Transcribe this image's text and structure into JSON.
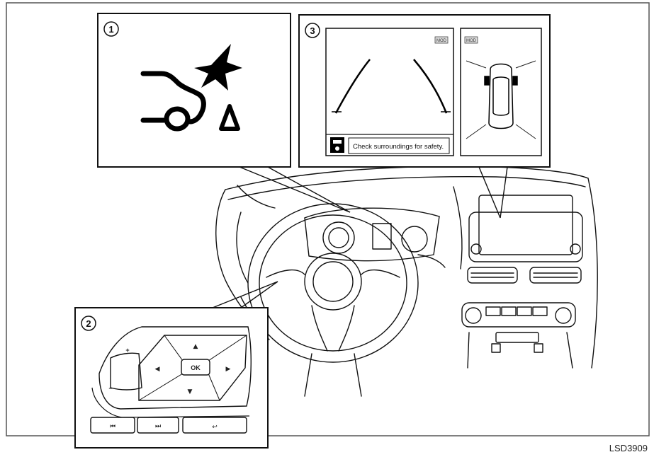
{
  "callouts": {
    "one": "1",
    "two": "2",
    "three": "3"
  },
  "display": {
    "badge_left": "MOD",
    "badge_right": "MOD",
    "message": "Check surroundings for safety."
  },
  "steering_switch": {
    "ok_label": "OK",
    "up": "▲",
    "down": "▼",
    "left": "◀",
    "right": "▶",
    "plus": "+",
    "minus": "−",
    "prev": "⏮",
    "next": "⏭",
    "back": "↩"
  },
  "figure_code": "LSD3909"
}
